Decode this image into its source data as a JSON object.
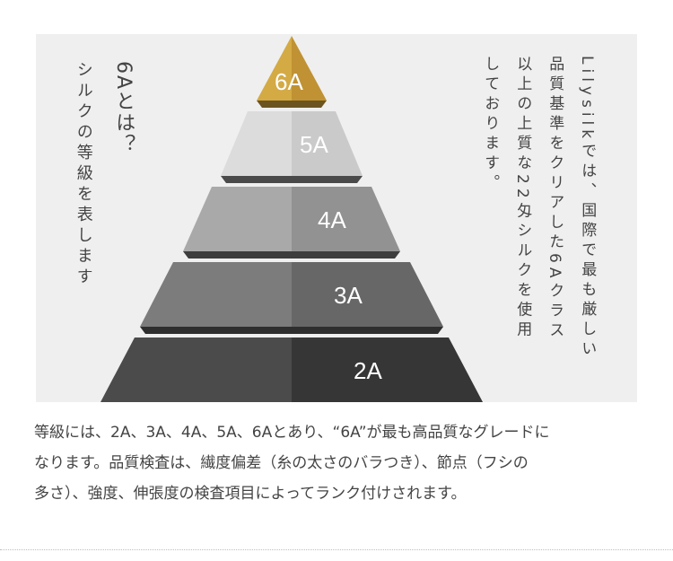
{
  "panel": {
    "background": "#efefef"
  },
  "pyramid": {
    "levels": [
      {
        "label": "6A",
        "left_color": "#c9a23e",
        "right_color": "#b8902f",
        "shadow_color": "#6b5420"
      },
      {
        "label": "5A",
        "left_color": "#d9d9d9",
        "right_color": "#c7c7c7",
        "shadow_color": "#555555"
      },
      {
        "label": "4A",
        "left_color": "#a6a6a6",
        "right_color": "#8f8f8f",
        "shadow_color": "#3d3d3d"
      },
      {
        "label": "3A",
        "left_color": "#808080",
        "right_color": "#6a6a6a",
        "shadow_color": "#2e2e2e"
      },
      {
        "label": "2A",
        "left_color": "#4a4a4a",
        "right_color": "#353535",
        "shadow_color": "#222222"
      }
    ]
  },
  "left_text": {
    "title": "6Aとは？",
    "subtitle": "シルクの等級を表します"
  },
  "right_text": {
    "columns": [
      "Lilysilkでは、国際で最も厳しい",
      "品質基準をクリアした6Aクラス",
      "以上の上質な22匁シルクを使用",
      "しております。"
    ]
  },
  "description": {
    "lines": [
      "等級には、2A、3A、4A、5A、6Aとあり、“6A”が最も高品質なグレードに",
      "なります。品質検査は、繊度偏差（糸の太さのバラつき）、節点（フシの",
      "多さ）、強度、伸張度の検査項目によってランク付けされます。"
    ]
  }
}
